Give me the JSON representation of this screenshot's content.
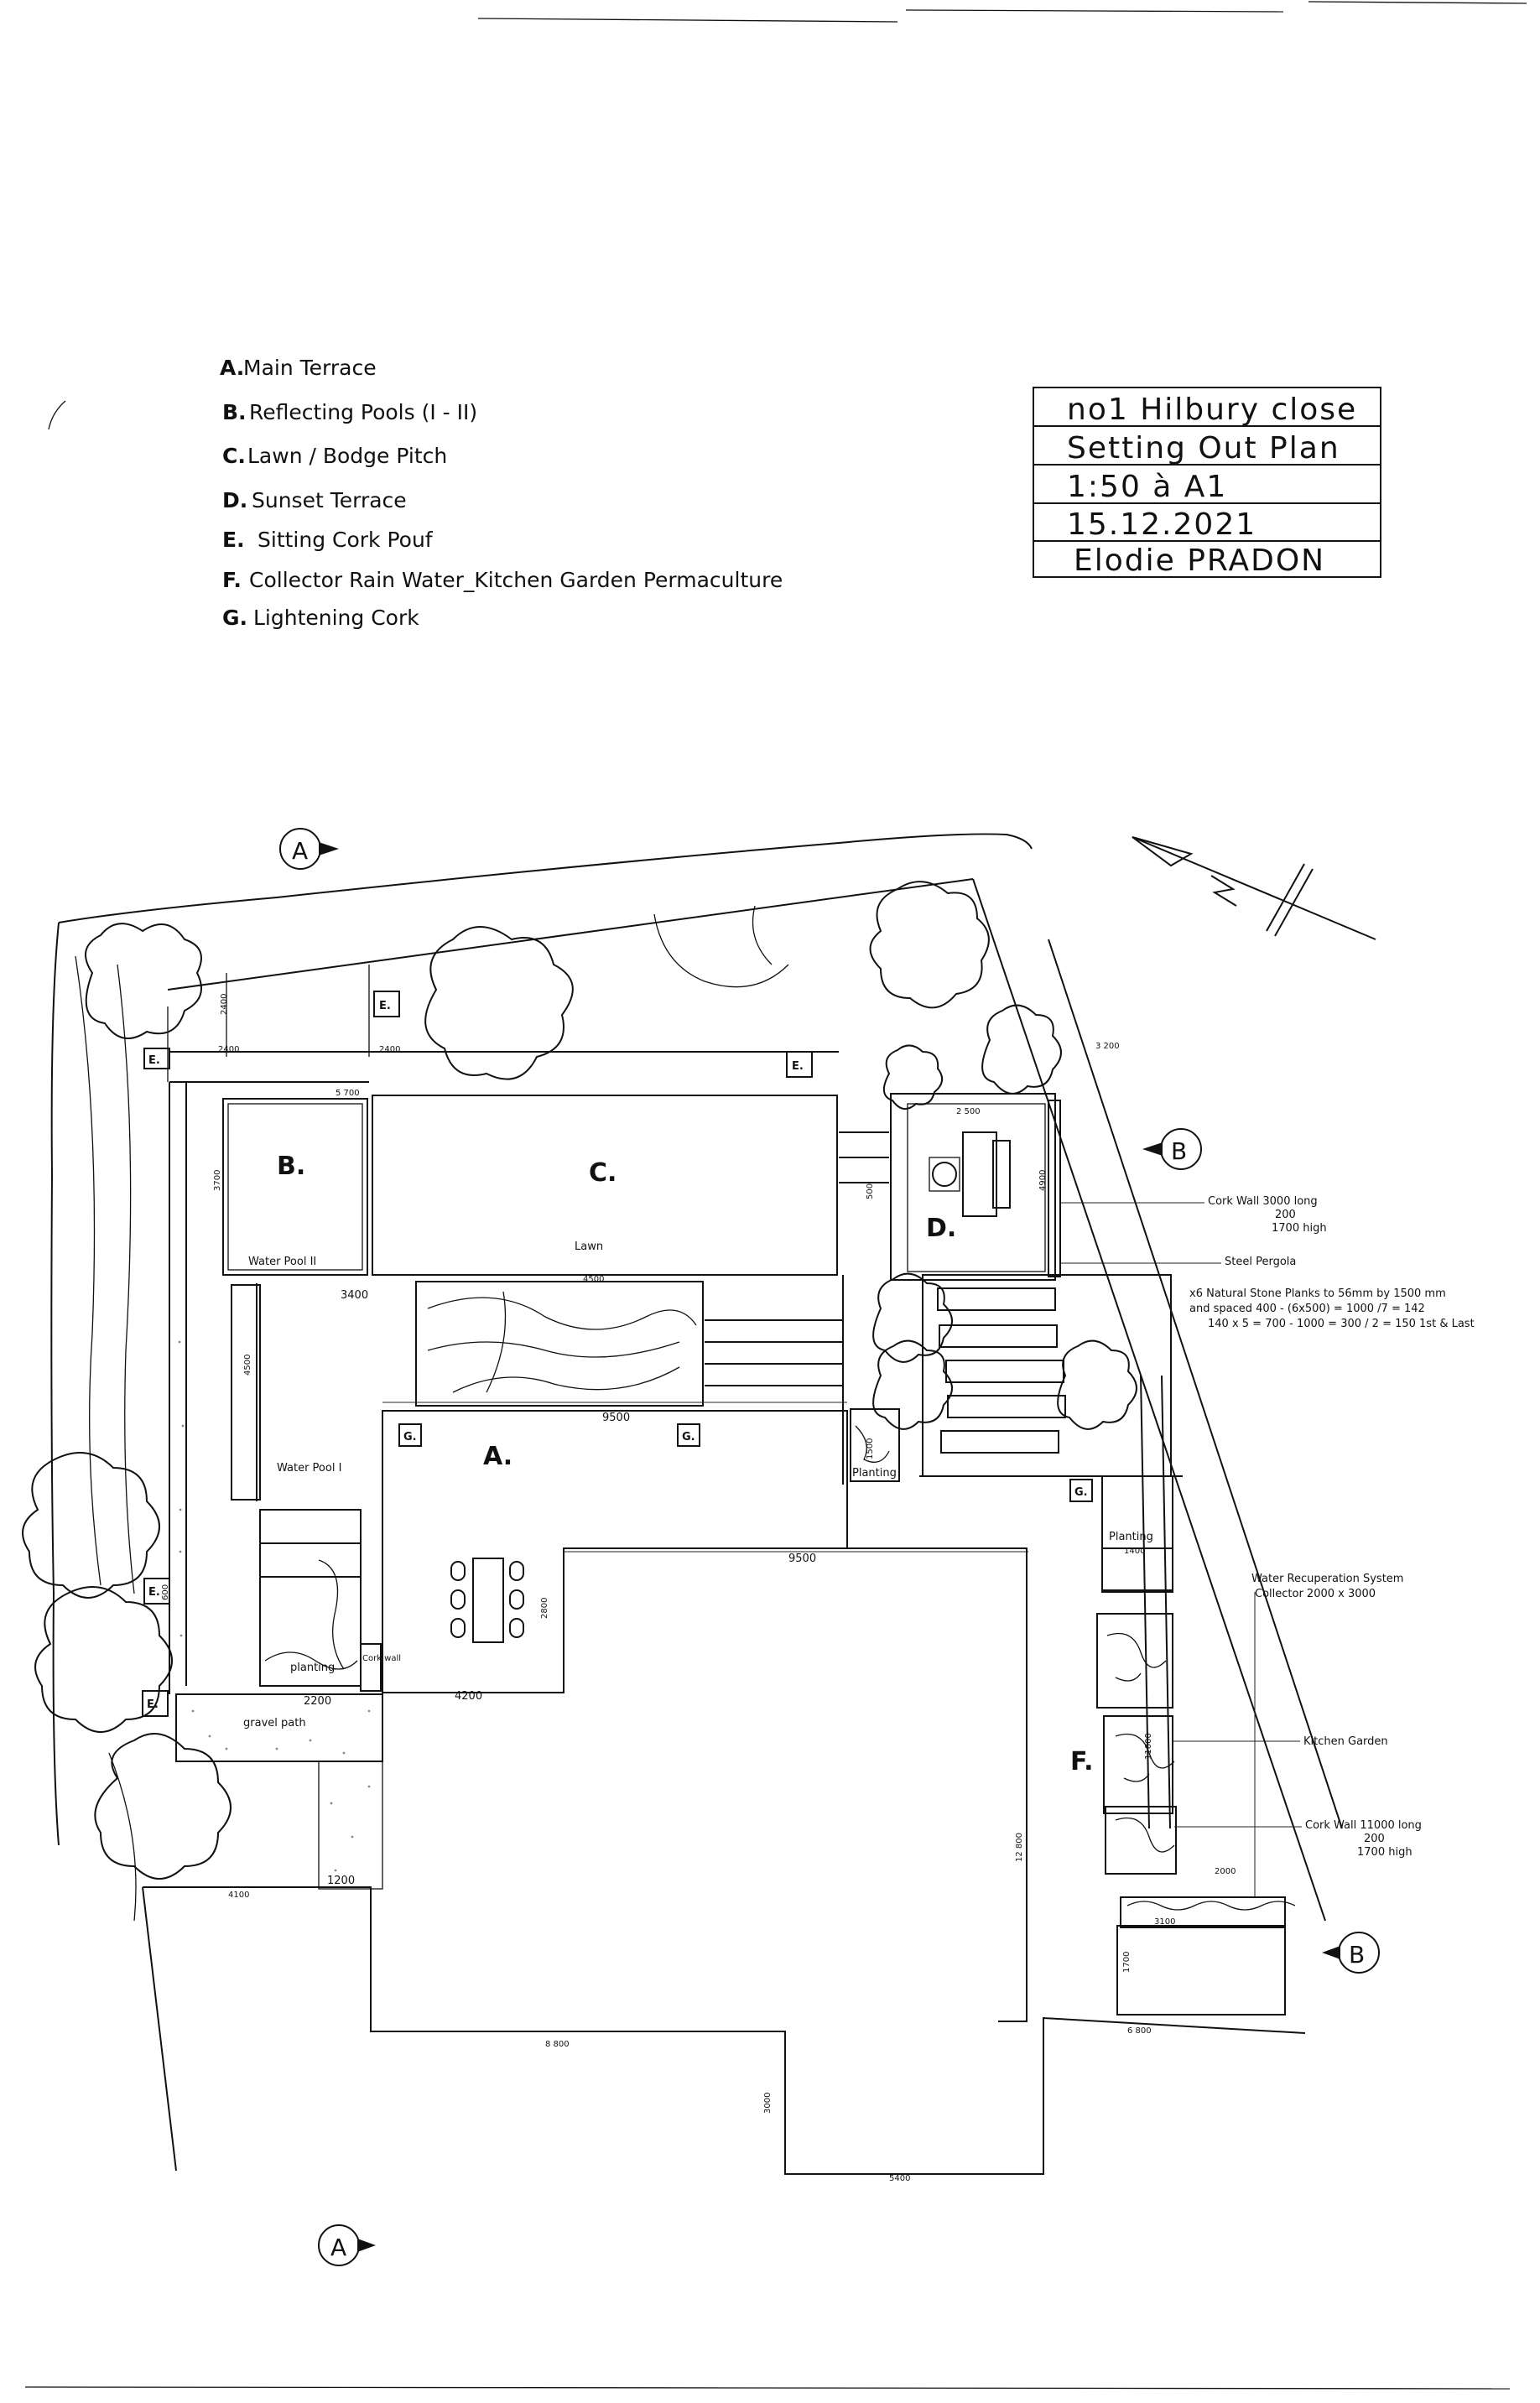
{
  "legend": {
    "items": [
      {
        "key": "A.",
        "text": "Main Terrace"
      },
      {
        "key": "B.",
        "text": "Reflecting Pools (I - II)"
      },
      {
        "key": "C.",
        "text": "Lawn / Bodge Pitch"
      },
      {
        "key": "D.",
        "text": "Sunset Terrace"
      },
      {
        "key": "E.",
        "text": "Sitting Cork Pouf"
      },
      {
        "key": "F.",
        "text": "Collector Rain Water_Kitchen Garden Permaculture"
      },
      {
        "key": "G.",
        "text": "Lightening Cork"
      }
    ]
  },
  "title_block": {
    "rows": [
      "no1 Hilbury close",
      "Setting Out Plan",
      "1:50 à A1",
      "15.12.2021",
      "Elodie PRADON"
    ]
  },
  "section_markers": {
    "a": "A",
    "b": "B"
  },
  "areas": {
    "a": "A.",
    "b": "B.",
    "c": "C.",
    "d": "D.",
    "f": "F.",
    "lawn": "Lawn",
    "water_pool_1": "Water Pool I",
    "water_pool_2": "Water Pool II",
    "gravel_path": "gravel path",
    "planting": "planting",
    "planting_2": "Planting",
    "planting_3": "Planting",
    "cork_wall_small": "Cork wall",
    "e": "E.",
    "g": "G."
  },
  "notes": {
    "cork_wall_1": [
      "Cork Wall 3000 long",
      "200",
      "1700 high"
    ],
    "steel_pergola": "Steel Pergola",
    "stone_planks": [
      "x6 Natural Stone Planks to 56mm by 1500 mm",
      "and spaced 400 - (6x500) = 1000 /7 = 142",
      "140 x 5 = 700 - 1000 = 300 / 2 = 150 1st & Last"
    ],
    "water_system": [
      "Water Recuperation System",
      "Collector 2000 x 3000"
    ],
    "kitchen_garden": "Kitchen Garden",
    "cork_wall_2": [
      "Cork Wall 11000 long",
      "200",
      "1700 high"
    ]
  },
  "dimensions": {
    "d9500a": "9500",
    "d9500b": "9500",
    "d3400": "3400",
    "d4200": "4200",
    "d2200": "2200",
    "d1200": "1200",
    "d4500": "4500",
    "d2800": "2800",
    "d8800": "8 800",
    "d5400": "5400",
    "d3000": "3000",
    "d12800": "12 800",
    "d6800": "6 800",
    "d3100": "3100",
    "d4100": "4100",
    "d2400a": "2400",
    "d2400b": "2400",
    "d2400c": "2400",
    "d3700": "3700",
    "d1500": "1500",
    "d1400": "1400",
    "d4900": "4900",
    "d2000": "2000",
    "d11000": "11000",
    "d3200": "3 200",
    "d2500": "2 500",
    "d5700": "5 700",
    "d4950": "4500",
    "d500": "500",
    "d600": "600",
    "d1700": "1700"
  }
}
